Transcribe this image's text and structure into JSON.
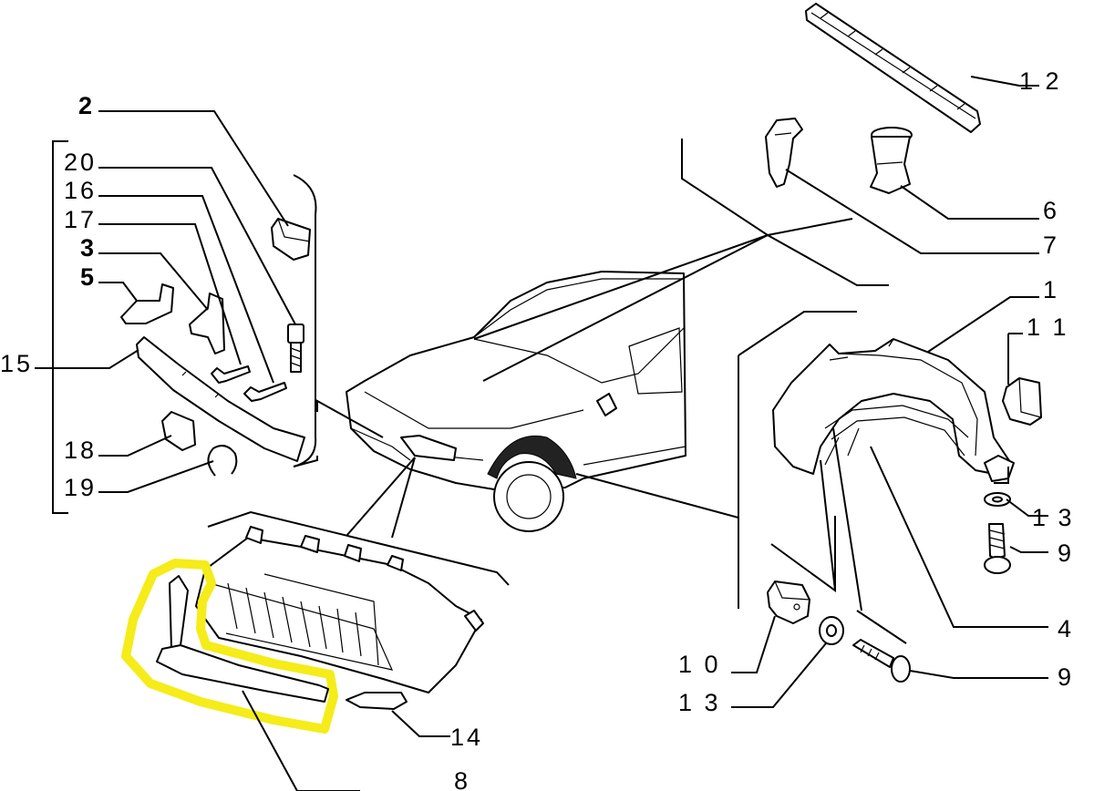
{
  "labels": {
    "p2": "2",
    "p20": "20",
    "p16": "16",
    "p17": "17",
    "p3": "3",
    "p5": "5",
    "p15": "15",
    "p18": "18",
    "p19": "19",
    "p12": "1 2",
    "p6": "6",
    "p7": "7",
    "p1": "1",
    "p11": "1 1",
    "p13a": "1 3",
    "p9a": "9",
    "p4": "4",
    "p9b": "9",
    "p10": "1 0",
    "p13b": "1 3",
    "p14": "14",
    "p8": "8"
  },
  "highlight_color": "#f5ec1a"
}
